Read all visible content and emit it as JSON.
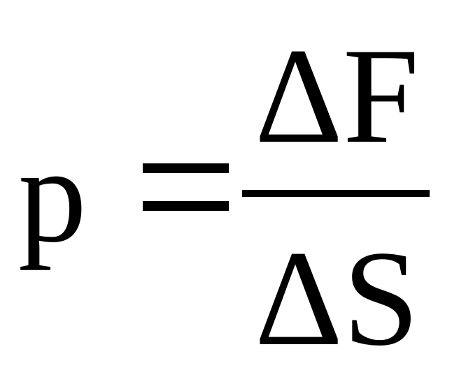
{
  "formula": {
    "lhs": "p",
    "equals": "=",
    "numerator": "ΔF",
    "denominator": "ΔS"
  }
}
